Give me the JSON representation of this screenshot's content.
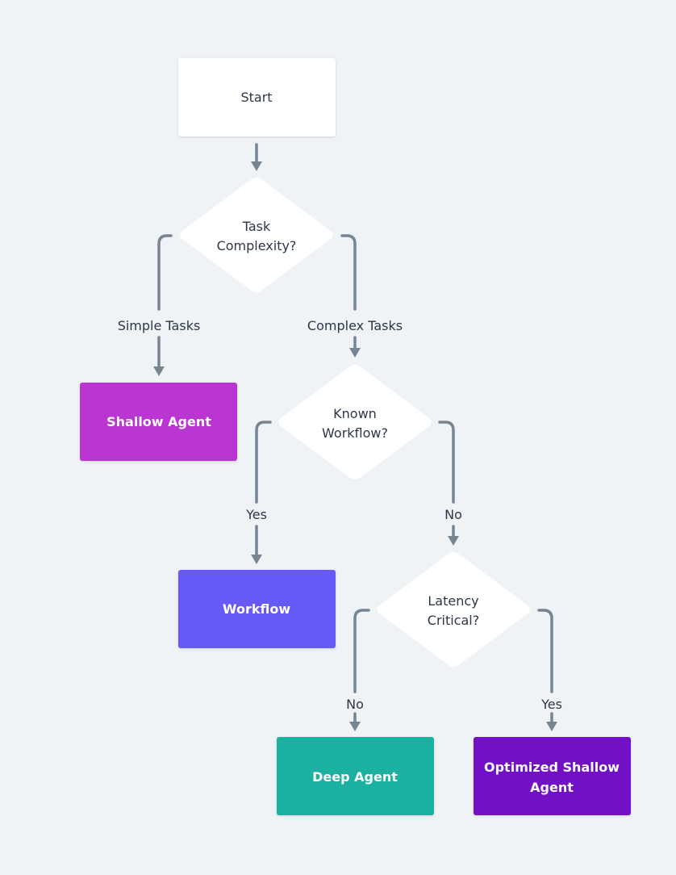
{
  "nodes": {
    "start": {
      "label": "Start"
    },
    "task_complexity": {
      "line1": "Task",
      "line2": "Complexity?"
    },
    "shallow_agent": {
      "label": "Shallow Agent"
    },
    "known_workflow": {
      "line1": "Known",
      "line2": "Workflow?"
    },
    "workflow": {
      "label": "Workflow"
    },
    "latency_critical": {
      "line1": "Latency",
      "line2": "Critical?"
    },
    "deep_agent": {
      "label": "Deep Agent"
    },
    "optimized_shallow_agent": {
      "line1": "Optimized Shallow",
      "line2": "Agent"
    }
  },
  "edges": {
    "simple_tasks": "Simple Tasks",
    "complex_tasks": "Complex Tasks",
    "known_yes": "Yes",
    "known_no": "No",
    "latency_no": "No",
    "latency_yes": "Yes"
  },
  "colors": {
    "background": "#eff3f6",
    "decision_fill": "#ffffff",
    "start_fill": "#ffffff",
    "shallow_agent": "#bb35d2",
    "workflow": "#6659f5",
    "deep_agent": "#1cb0a1",
    "optimized_shallow_agent": "#7210c6",
    "connector": "#778593",
    "dark_text": "#2d3748",
    "light_text": "#ffffff"
  }
}
